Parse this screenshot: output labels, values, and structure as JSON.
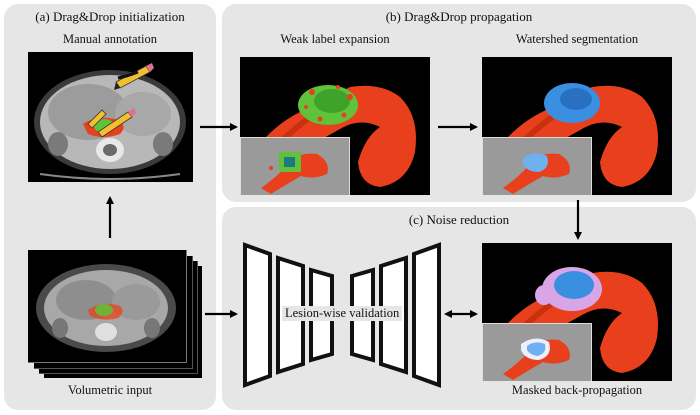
{
  "panels": {
    "a": {
      "title": "(a) Drag&Drop initialization"
    },
    "b": {
      "title": "(b) Drag&Drop propagation"
    },
    "c": {
      "title": "(c) Noise reduction"
    }
  },
  "captions": {
    "manual": "Manual annotation",
    "volumetric": "Volumetric input",
    "weak": "Weak label expansion",
    "watershed": "Watershed segmentation",
    "masked": "Masked back-propagation",
    "validation": "Lesion-wise validation"
  },
  "colors": {
    "panel_bg": "#e6e6e6",
    "organ_red": "#e8401c",
    "lesion_green": "#5fc23a",
    "lesion_blue": "#3a8fe0",
    "lesion_pink": "#d8a6e6",
    "arrow": "#000000"
  }
}
